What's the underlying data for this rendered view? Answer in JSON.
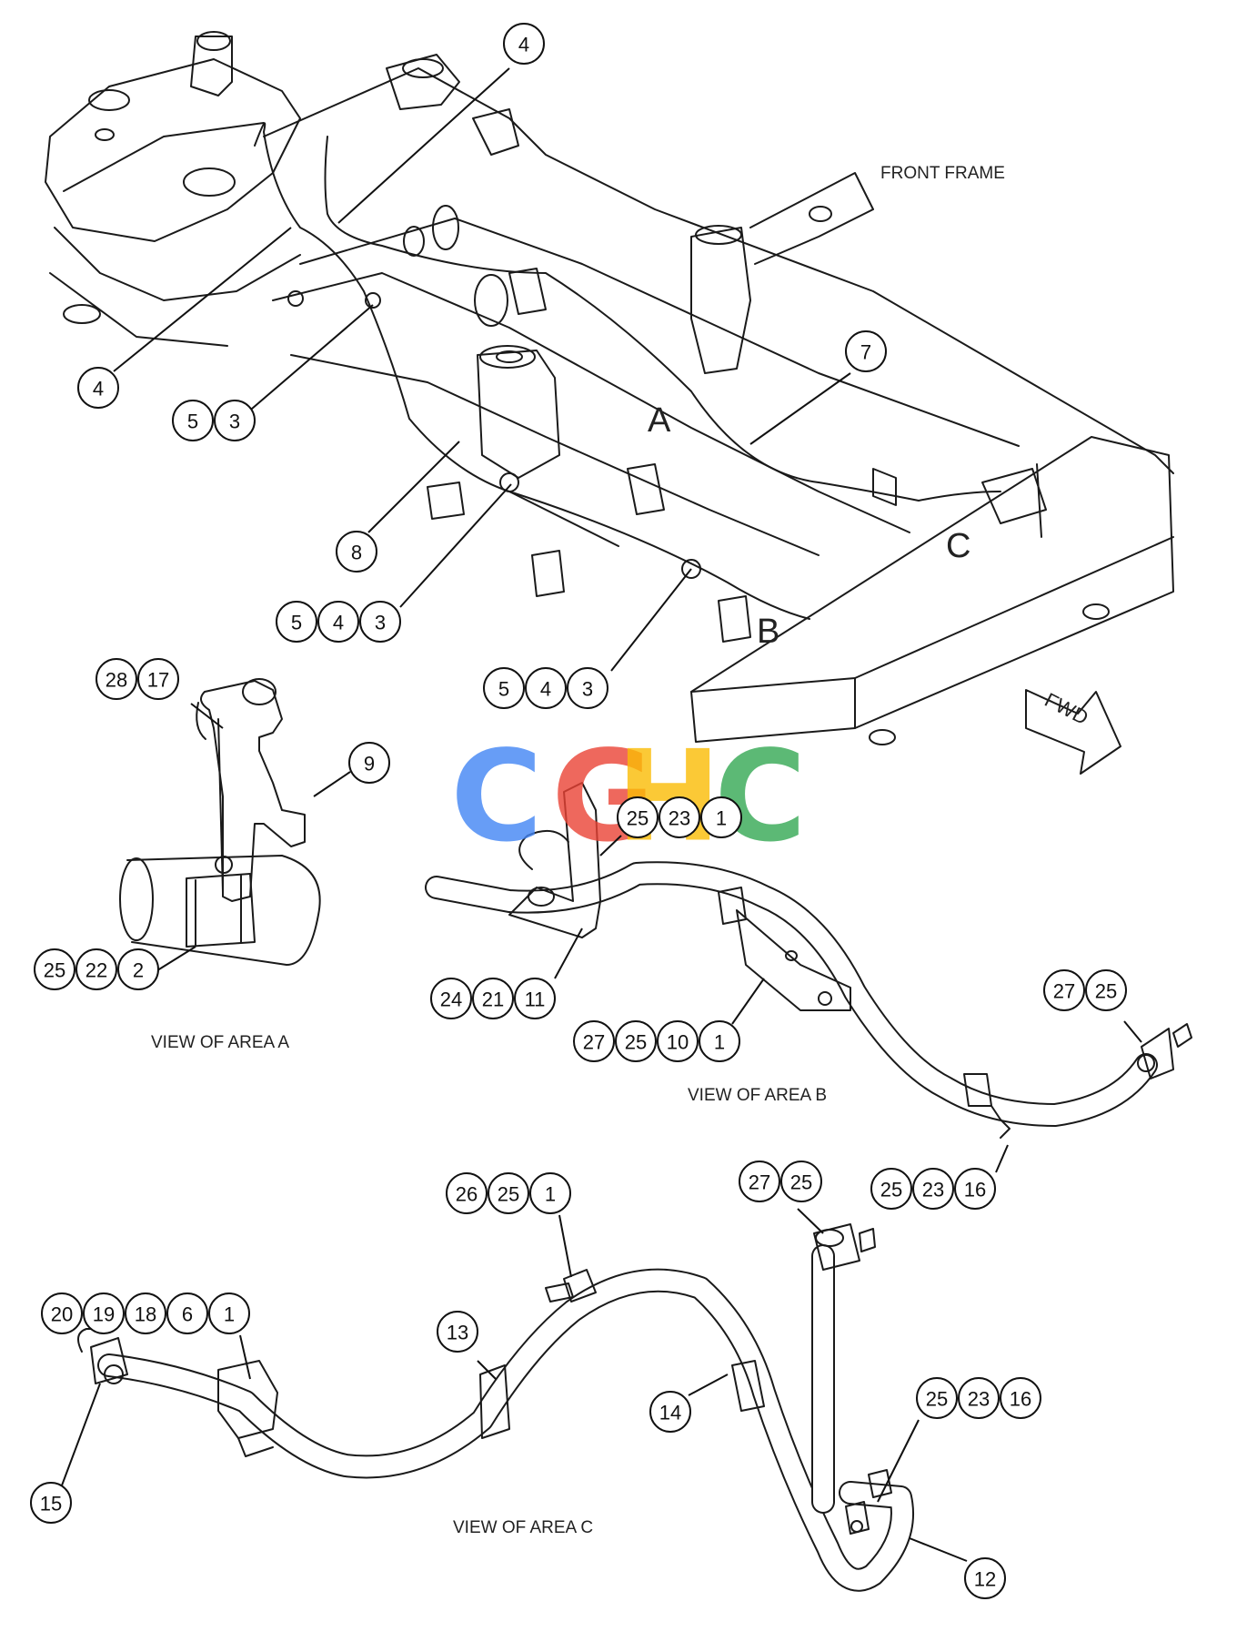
{
  "labels": {
    "front_frame": "FRONT FRAME",
    "fwd": "FWD",
    "view_a": "VIEW OF AREA A",
    "view_b": "VIEW OF AREA B",
    "view_c": "VIEW OF AREA C"
  },
  "area_letters": {
    "a": "A",
    "b": "B",
    "c": "C"
  },
  "watermark": {
    "letters": [
      "C",
      "G",
      "H",
      "C"
    ],
    "colors": [
      "#4285F4",
      "#EA4335",
      "#FBBC05",
      "#34A853"
    ]
  },
  "callouts": [
    {
      "id": "top-4",
      "nums": [
        "4"
      ]
    },
    {
      "id": "left-4",
      "nums": [
        "4"
      ]
    },
    {
      "id": "c-5-3",
      "nums": [
        "5",
        "3"
      ]
    },
    {
      "id": "c-7",
      "nums": [
        "7"
      ]
    },
    {
      "id": "c-8",
      "nums": [
        "8"
      ]
    },
    {
      "id": "c-5-4-3-a",
      "nums": [
        "5",
        "4",
        "3"
      ]
    },
    {
      "id": "c-5-4-3-b",
      "nums": [
        "5",
        "4",
        "3"
      ]
    },
    {
      "id": "c-28-17",
      "nums": [
        "28",
        "17"
      ]
    },
    {
      "id": "c-9",
      "nums": [
        "9"
      ]
    },
    {
      "id": "c-25-22-2",
      "nums": [
        "25",
        "22",
        "2"
      ]
    },
    {
      "id": "c-25-23-1",
      "nums": [
        "25",
        "23",
        "1"
      ]
    },
    {
      "id": "c-24-21-11",
      "nums": [
        "24",
        "21",
        "11"
      ]
    },
    {
      "id": "c-27-25-10-1",
      "nums": [
        "27",
        "25",
        "10",
        "1"
      ]
    },
    {
      "id": "c-27-25-b",
      "nums": [
        "27",
        "25"
      ]
    },
    {
      "id": "c-25-23-16-b",
      "nums": [
        "25",
        "23",
        "16"
      ]
    },
    {
      "id": "c-26-25-1",
      "nums": [
        "26",
        "25",
        "1"
      ]
    },
    {
      "id": "c-27-25-c",
      "nums": [
        "27",
        "25"
      ]
    },
    {
      "id": "c-20-19-18-6-1",
      "nums": [
        "20",
        "19",
        "18",
        "6",
        "1"
      ]
    },
    {
      "id": "c-13",
      "nums": [
        "13"
      ]
    },
    {
      "id": "c-14",
      "nums": [
        "14"
      ]
    },
    {
      "id": "c-25-23-16-c",
      "nums": [
        "25",
        "23",
        "16"
      ]
    },
    {
      "id": "c-15",
      "nums": [
        "15"
      ]
    },
    {
      "id": "c-12",
      "nums": [
        "12"
      ]
    }
  ]
}
